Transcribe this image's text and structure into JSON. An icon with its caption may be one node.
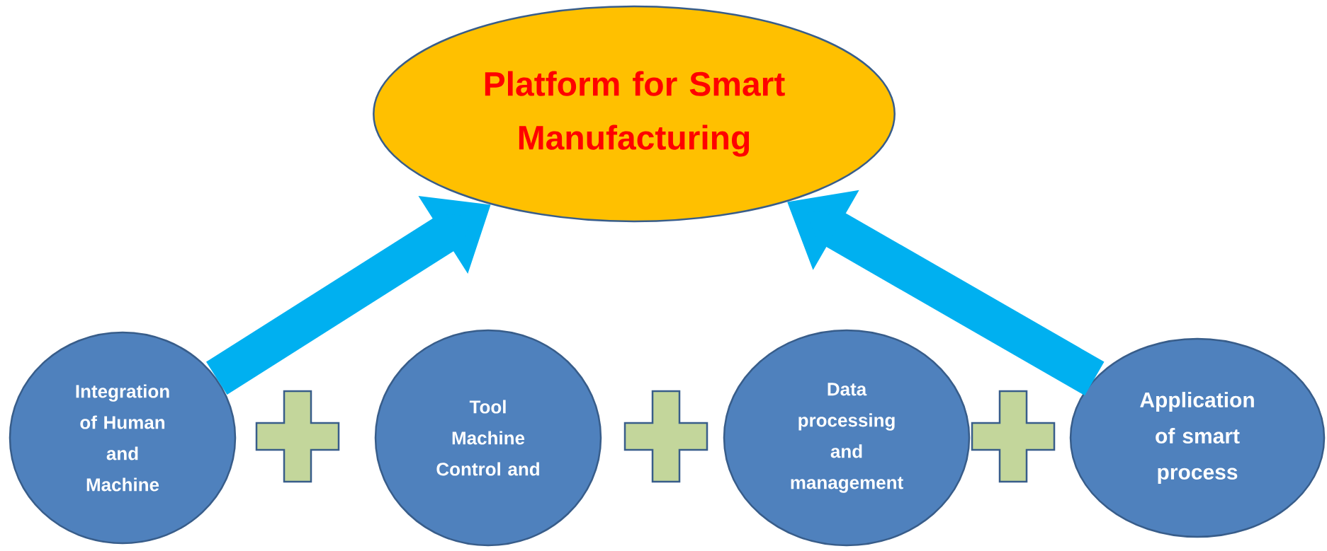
{
  "diagram": {
    "nodes": [
      {
        "text": [
          "Platform for Smart Manufacturing"
        ]
      },
      {
        "text": [
          "Integration of Human and Machine"
        ]
      },
      {
        "text": [
          "Tool Machine Control and"
        ]
      },
      {
        "text": [
          "Data processing and management"
        ]
      },
      {
        "text": [
          "Application of smart process"
        ]
      },
      {
        "text": [],
        "shape": "plus"
      },
      {
        "text": [],
        "shape": "plus"
      },
      {
        "text": [],
        "shape": "plus"
      }
    ],
    "edges": [
      {
        "from": 1,
        "to": 0,
        "arrow": "to"
      },
      {
        "from": 4,
        "to": 0,
        "arrow": "to"
      }
    ]
  }
}
